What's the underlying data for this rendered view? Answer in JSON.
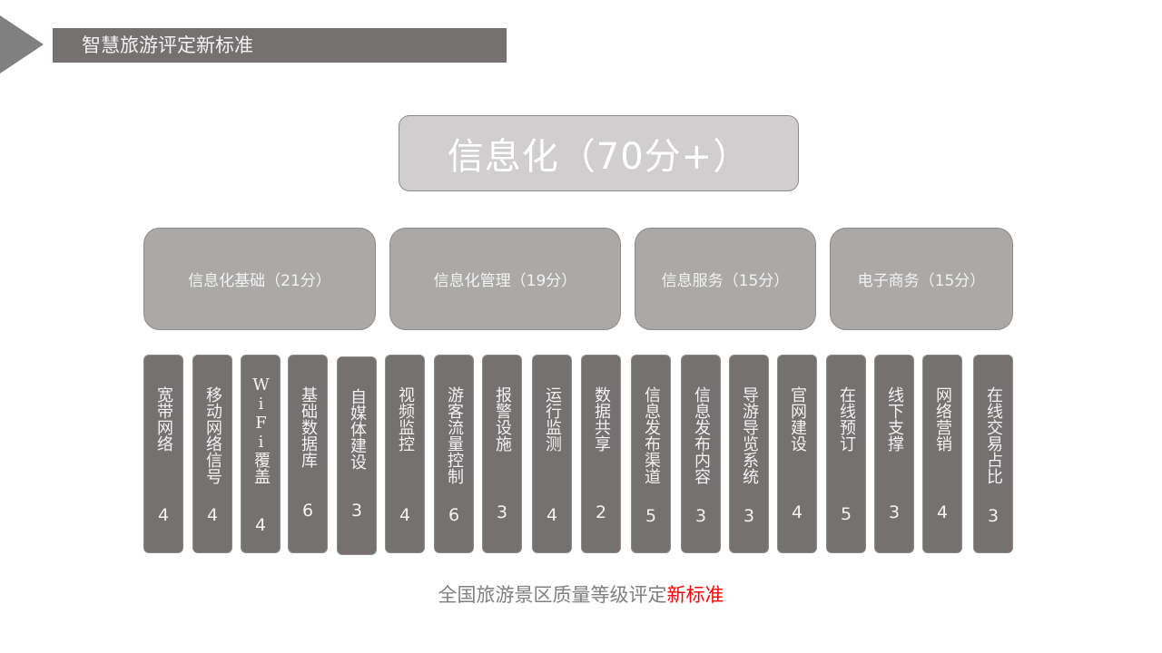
{
  "header": {
    "title": "智慧旅游评定新标准",
    "arrow_icon": "triangle-right"
  },
  "root": {
    "label": "信息化（70分+）"
  },
  "categories": [
    {
      "label": "信息化基础（21分）",
      "score": 21
    },
    {
      "label": "信息化管理（19分）",
      "score": 19
    },
    {
      "label": "信息服务（15分）",
      "score": 15
    },
    {
      "label": "电子商务（15分）",
      "score": 15
    }
  ],
  "items": [
    {
      "label": "宽带网络",
      "score": "4",
      "category": 0
    },
    {
      "label": "移动网络信号",
      "score": "4",
      "category": 0
    },
    {
      "label": "WiFi覆盖",
      "score": "4",
      "category": 0
    },
    {
      "label": "基础数据库",
      "score": "6",
      "category": 0
    },
    {
      "label": "自媒体建设",
      "score": "3",
      "category": 0
    },
    {
      "label": "视频监控",
      "score": "4",
      "category": 1
    },
    {
      "label": "游客流量控制",
      "score": "6",
      "category": 1
    },
    {
      "label": "报警设施",
      "score": "3",
      "category": 1
    },
    {
      "label": "运行监测",
      "score": "4",
      "category": 1
    },
    {
      "label": "数据共享",
      "score": "2",
      "category": 1
    },
    {
      "label": "信息发布渠道",
      "score": "5",
      "category": 2
    },
    {
      "label": "信息发布内容",
      "score": "3",
      "category": 2
    },
    {
      "label": "导游导览系统",
      "score": "3",
      "category": 2
    },
    {
      "label": "官网建设",
      "score": "4",
      "category": 2
    },
    {
      "label": "在线预订",
      "score": "5",
      "category": 3
    },
    {
      "label": "线下支撑",
      "score": "3",
      "category": 3
    },
    {
      "label": "网络营销",
      "score": "4",
      "category": 3
    },
    {
      "label": "在线交易占比",
      "score": "3",
      "category": 3
    }
  ],
  "footer": {
    "text_main": "全国旅游景区质量等级评定",
    "text_accent": "新标准",
    "accent_color": "#ff0000"
  },
  "colors": {
    "dark_bar": "#767171",
    "category_box": "#aaa9a7",
    "root_box": "#d0cece",
    "arrow": "#808080"
  }
}
